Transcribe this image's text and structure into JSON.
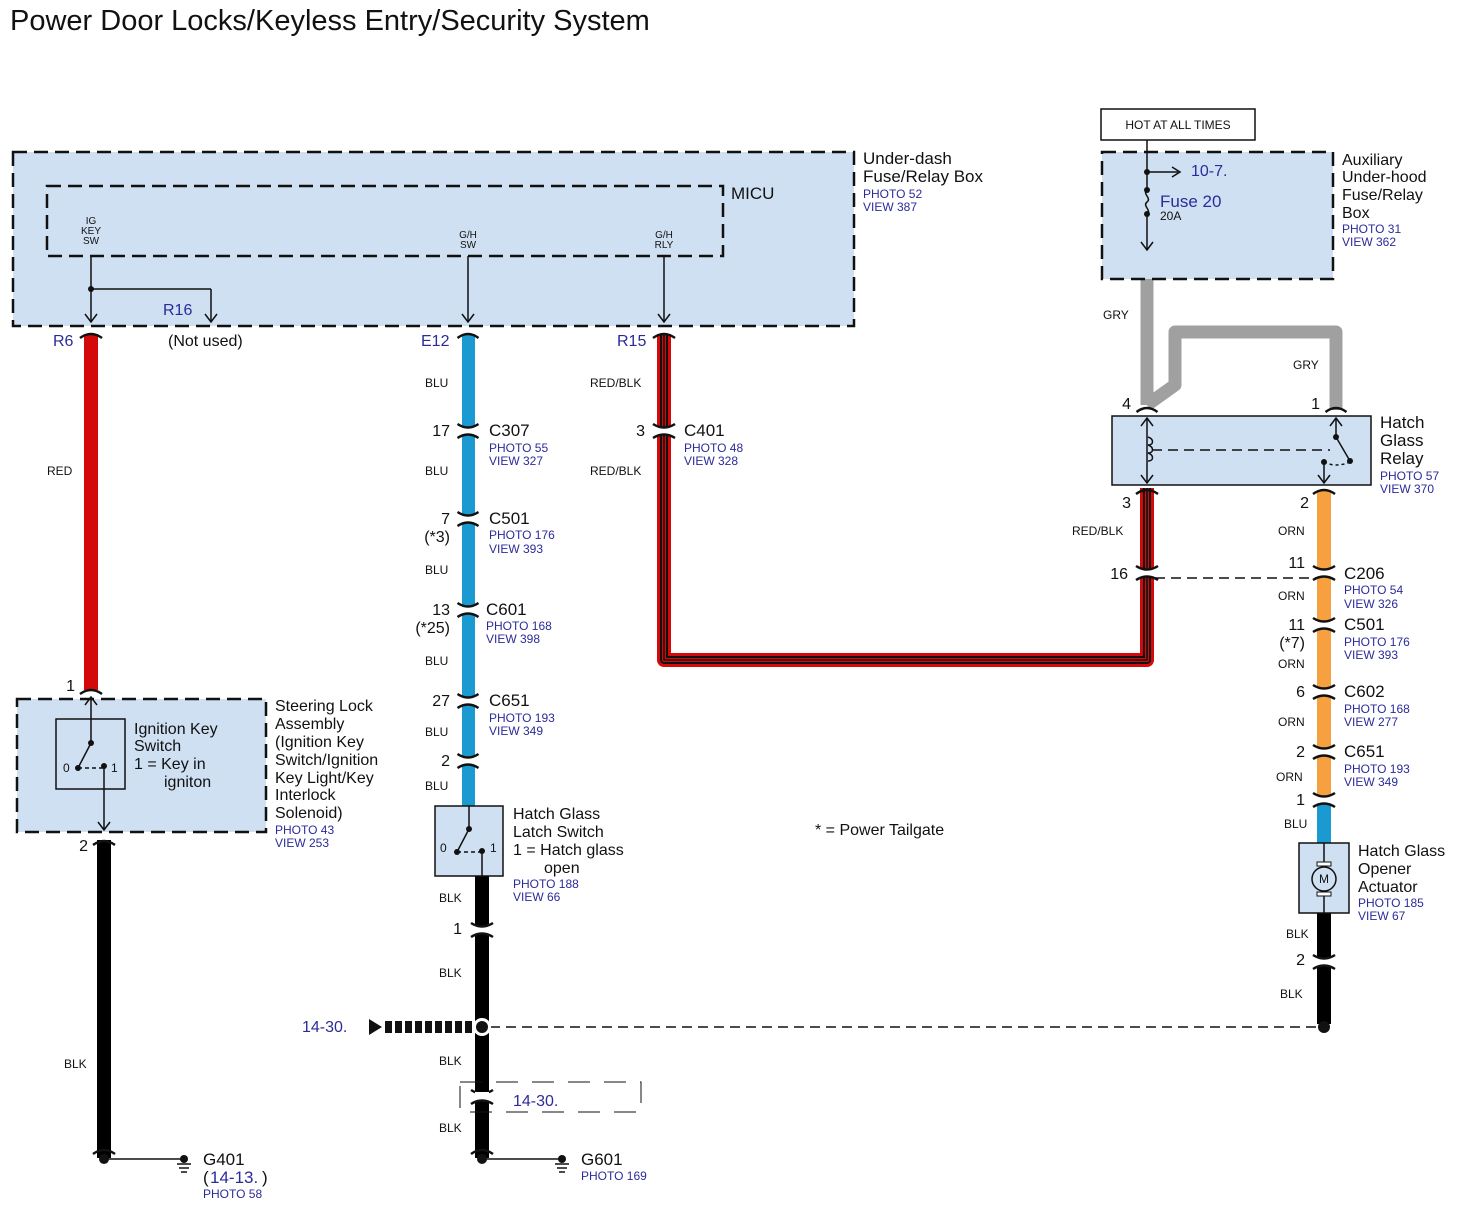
{
  "title": "Power Door Locks/Keyless Entry/Security System",
  "colors": {
    "red": "#d40a0a",
    "blue": "#1a9ad0",
    "orange": "#f7a040",
    "gray": "#a0a0a0",
    "black": "#000000",
    "box_fill": "#cfe0f3",
    "ref_text": "#2b2b9a"
  },
  "hot_label": "HOT AT ALL TIMES",
  "underdash_box": {
    "name_lines": [
      "Under-dash",
      "Fuse/Relay Box"
    ],
    "photo": "PHOTO 52",
    "view": "VIEW 387",
    "micu": "MICU",
    "terminals": {
      "ig_key_sw": [
        "IG",
        "KEY",
        "SW"
      ],
      "gh_sw": [
        "G/H",
        "SW"
      ],
      "gh_rly": [
        "G/H",
        "RLY"
      ]
    },
    "pins": {
      "r6": "R6",
      "r16": "R16",
      "e12": "E12",
      "r15": "R15"
    },
    "not_used": "(Not used)"
  },
  "aux_box": {
    "name_lines": [
      "Auxiliary",
      "Under-hood",
      "Fuse/Relay",
      "Box"
    ],
    "photo": "PHOTO 31",
    "view": "VIEW 362",
    "fuse": "Fuse 20",
    "fuse_rating": "20A",
    "ref": "10-7."
  },
  "relay": {
    "name_lines": [
      "Hatch",
      "Glass",
      "Relay"
    ],
    "photo": "PHOTO 57",
    "view": "VIEW 370",
    "pins": {
      "p4": "4",
      "p1": "1",
      "p3": "3",
      "p2": "2"
    }
  },
  "steering_lock": {
    "name_lines": [
      "Steering Lock",
      "Assembly",
      "(Ignition Key",
      "Switch/Ignition",
      "Key Light/Key",
      "Interlock",
      "Solenoid)"
    ],
    "photo": "PHOTO 43",
    "view": "VIEW 253",
    "switch_lines": [
      "Ignition Key",
      "Switch",
      "1 = Key in",
      "igniton"
    ],
    "pin_top": "1",
    "pin_bottom": "2",
    "pos0": "0",
    "pos1": "1"
  },
  "latch_switch": {
    "name_lines": [
      "Hatch Glass",
      "Latch Switch",
      "1 = Hatch glass",
      "open"
    ],
    "photo": "PHOTO 188",
    "view": "VIEW 66",
    "pos0": "0",
    "pos1": "1"
  },
  "actuator": {
    "name_lines": [
      "Hatch Glass",
      "Opener",
      "Actuator"
    ],
    "photo": "PHOTO 185",
    "view": "VIEW 67",
    "motor": "M"
  },
  "connectors_blu": [
    {
      "pin": "17",
      "note": "",
      "name": "C307",
      "photo": "PHOTO 55",
      "view": "VIEW 327"
    },
    {
      "pin": "7",
      "note": "(*3)",
      "name": "C501",
      "photo": "PHOTO 176",
      "view": "VIEW 393"
    },
    {
      "pin": "13",
      "note": "(*25)",
      "name": "C601",
      "photo": "PHOTO 168",
      "view": "VIEW 398"
    },
    {
      "pin": "27",
      "note": "",
      "name": "C651",
      "photo": "PHOTO 193",
      "view": "VIEW 349"
    },
    {
      "pin": "2",
      "note": "",
      "name": "",
      "photo": "",
      "view": ""
    }
  ],
  "connector_c401": {
    "pin": "3",
    "name": "C401",
    "photo": "PHOTO 48",
    "view": "VIEW 328"
  },
  "connectors_orn": [
    {
      "pin": "11",
      "note": "",
      "name": "C206",
      "photo": "PHOTO 54",
      "view": "VIEW 326"
    },
    {
      "pin": "11",
      "note": "(*7)",
      "name": "C501",
      "photo": "PHOTO 176",
      "view": "VIEW 393"
    },
    {
      "pin": "6",
      "note": "",
      "name": "C602",
      "photo": "PHOTO 168",
      "view": "VIEW 277"
    },
    {
      "pin": "2",
      "note": "",
      "name": "C651",
      "photo": "PHOTO 193",
      "view": "VIEW 349"
    },
    {
      "pin": "1",
      "note": "",
      "name": "",
      "photo": "",
      "view": ""
    }
  ],
  "c206_redblk_pin": "16",
  "wire_labels": {
    "red": "RED",
    "blu": "BLU",
    "redblk": "RED/BLK",
    "gry": "GRY",
    "orn": "ORN",
    "blk": "BLK"
  },
  "latch_bottom_pin": "1",
  "actuator_bottom_pin": "2",
  "ref_1430": "14-30.",
  "ref_1430_box": "14-30.",
  "ground_g401": {
    "name": "G401",
    "ref": "14-13.",
    "photo": "PHOTO 58"
  },
  "ground_g601": {
    "name": "G601",
    "photo": "PHOTO 169"
  },
  "legend_note": "* = Power Tailgate"
}
